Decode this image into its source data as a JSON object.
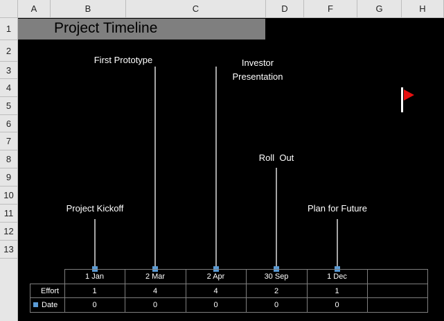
{
  "sheet": {
    "columns": [
      "A",
      "B",
      "C",
      "D",
      "F",
      "G",
      "H"
    ],
    "rows": [
      "1",
      "2",
      "3",
      "4",
      "5",
      "6",
      "7",
      "8",
      "9",
      "10",
      "11",
      "12",
      "13"
    ],
    "title": "Project Timeline"
  },
  "chart_data": {
    "type": "timeline",
    "milestones": [
      {
        "date": "1 Jan",
        "label": "Project Kickoff",
        "effort": 1,
        "value": 0
      },
      {
        "date": "2 Mar",
        "label": "First Prototype",
        "effort": 4,
        "value": 0
      },
      {
        "date": "2 Apr",
        "label": "Investor Presentation",
        "effort": 4,
        "value": 0
      },
      {
        "date": "30 Sep",
        "label": "Roll  Out",
        "effort": 2,
        "value": 0
      },
      {
        "date": "1 Dec",
        "label": "Plan for Future",
        "effort": 1,
        "value": 0
      }
    ],
    "table_rows": [
      {
        "name": "Effort",
        "values": [
          "1",
          "4",
          "4",
          "2",
          "1"
        ]
      },
      {
        "name": "Date",
        "values": [
          "0",
          "0",
          "0",
          "0",
          "0"
        ]
      }
    ],
    "marker_color": "#5b9bd5",
    "flag_color": "#e81010"
  }
}
